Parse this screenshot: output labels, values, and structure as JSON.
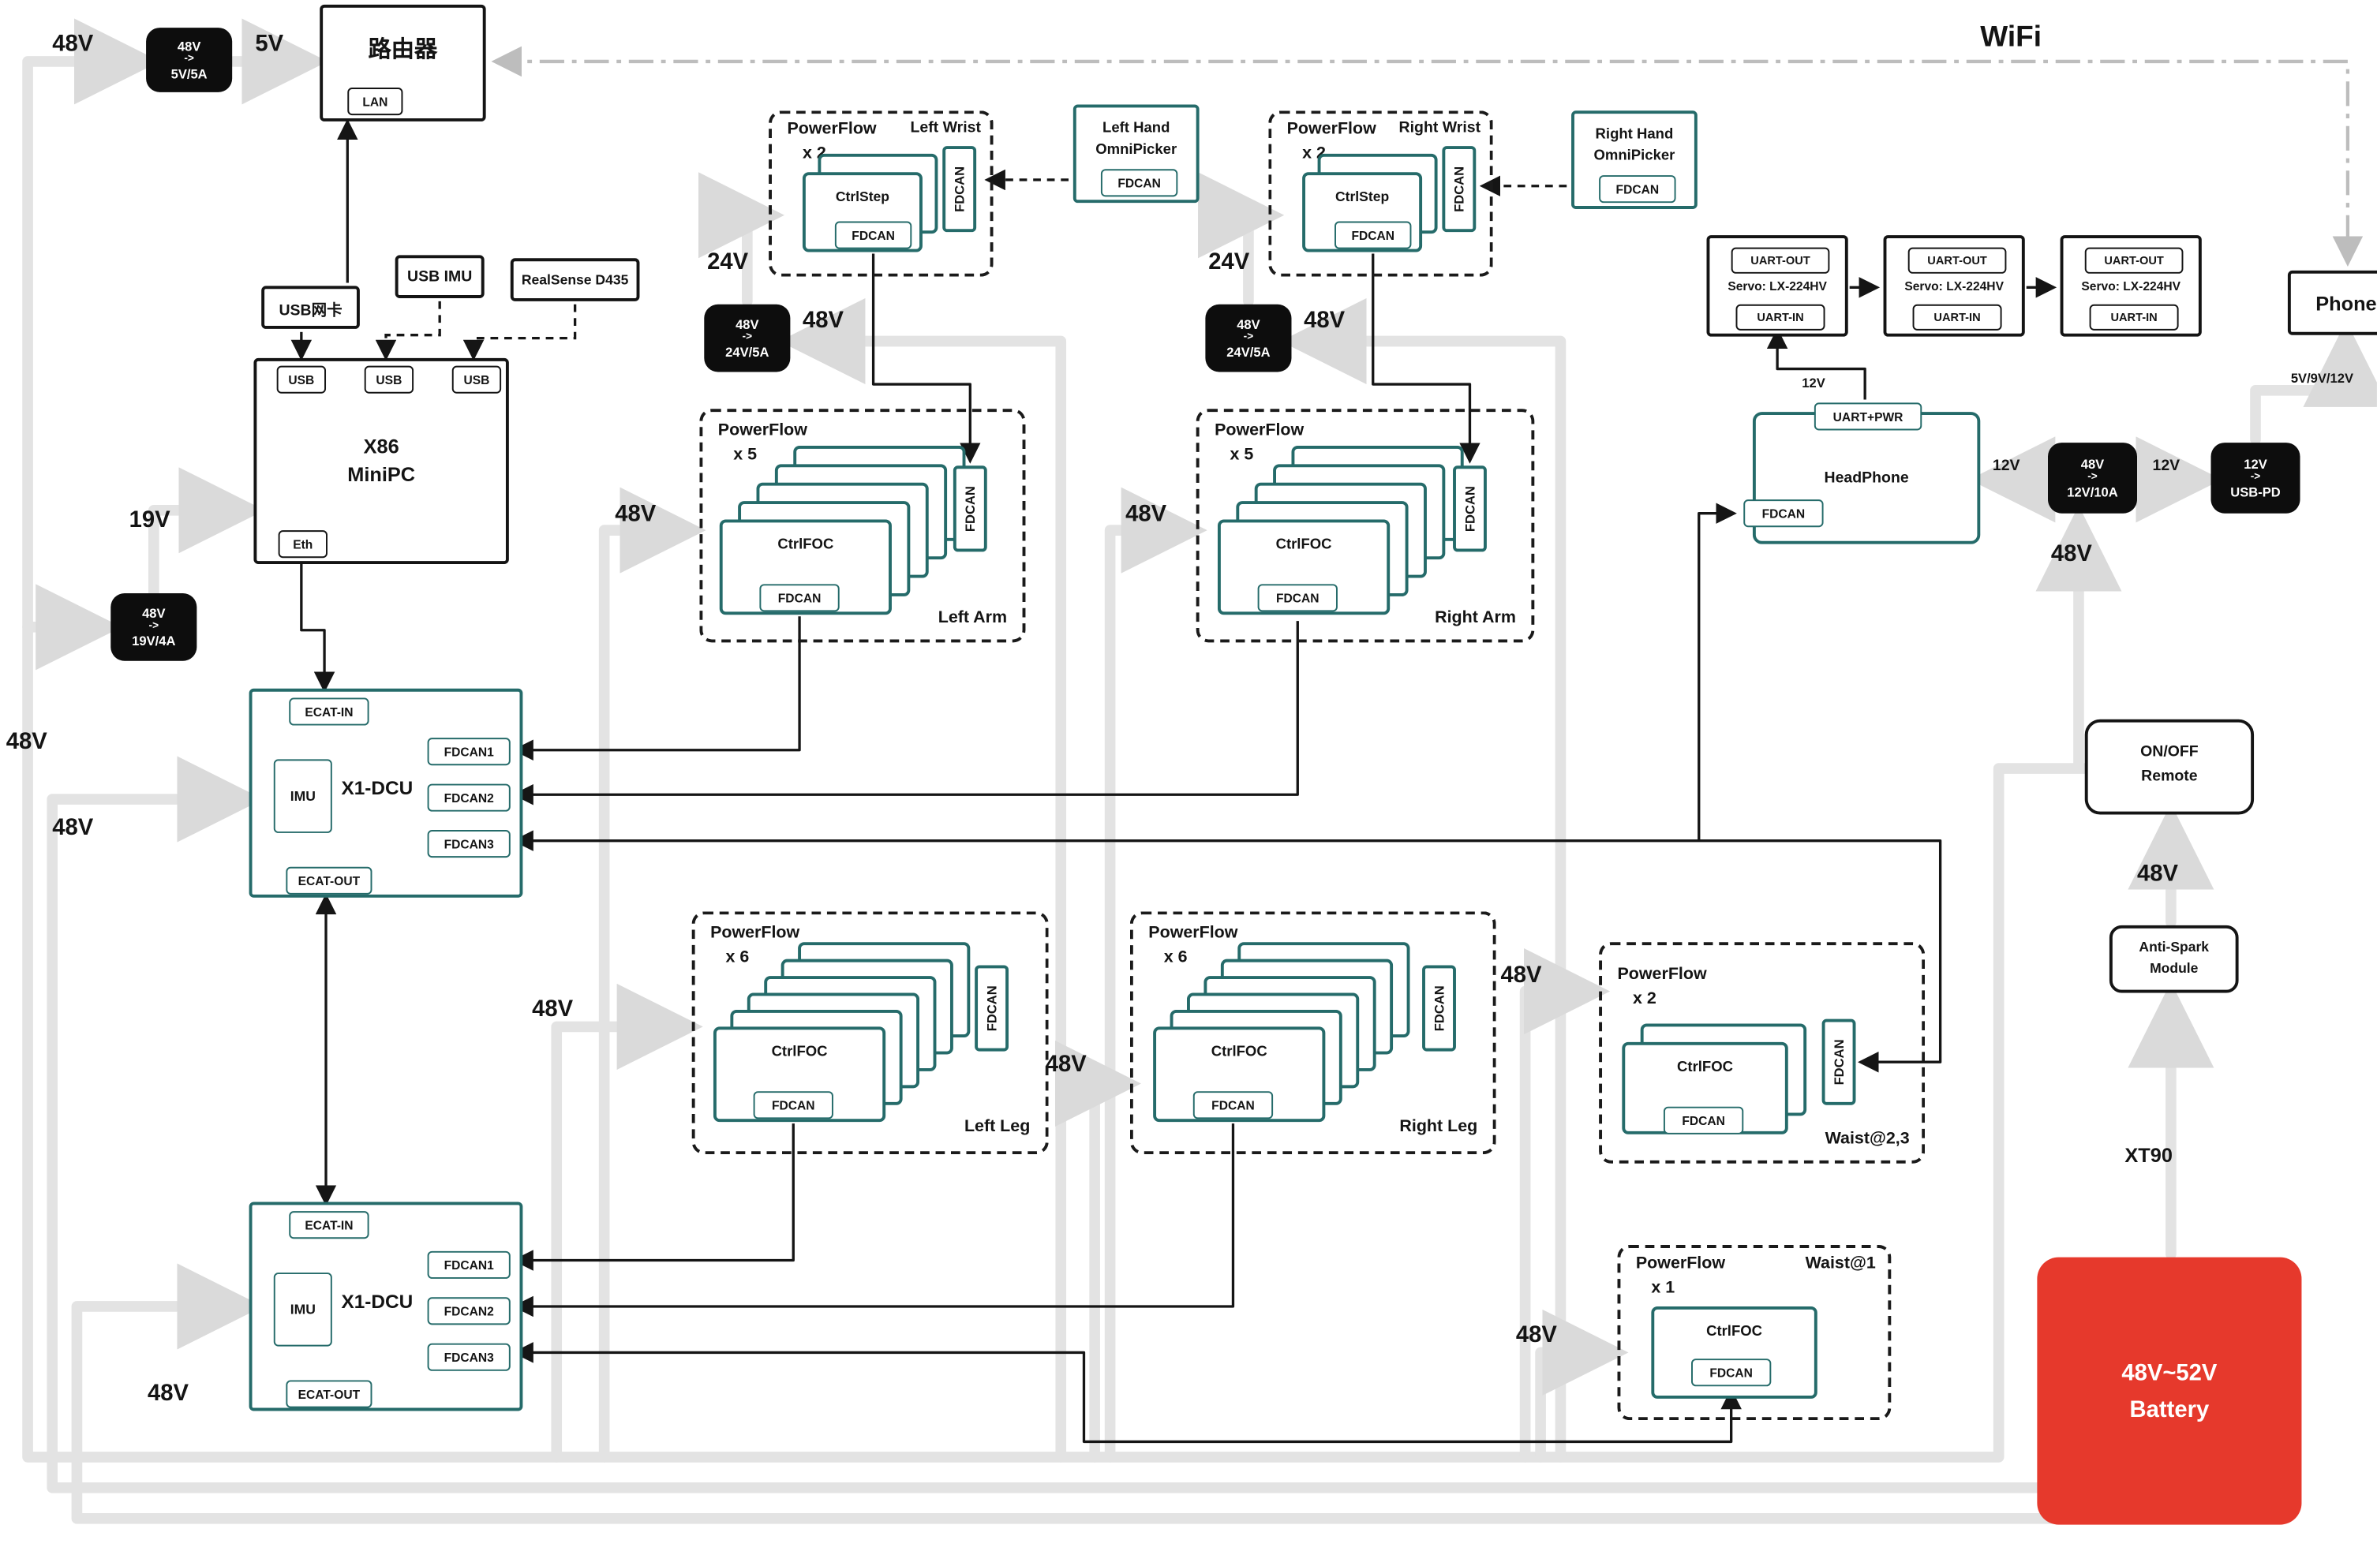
{
  "wifi_label": "WiFi",
  "router": {
    "title": "路由器",
    "port": "LAN"
  },
  "pc": {
    "title1": "X86",
    "title2": "MiniPC",
    "usb1": "USB",
    "usb2": "USB",
    "usb3": "USB",
    "eth": "Eth",
    "nic": "USB网卡",
    "imu": "USB IMU",
    "camera": "RealSense D435"
  },
  "converters": {
    "c5": {
      "input": "48V",
      "arrow": "->",
      "output": "5V/5A"
    },
    "c19": {
      "input": "48V",
      "arrow": "->",
      "output": "19V/4A"
    },
    "c24l": {
      "input": "48V",
      "arrow": "->",
      "output": "24V/5A"
    },
    "c24r": {
      "input": "48V",
      "arrow": "->",
      "output": "24V/5A"
    },
    "c12": {
      "input": "48V",
      "arrow": "->",
      "output": "12V/10A"
    },
    "cpd": {
      "input": "12V",
      "arrow": "->",
      "output": "USB-PD"
    }
  },
  "labels": {
    "bus_in_top": "48V",
    "out5": "5V",
    "out19": "19V",
    "wrist_l_24": "24V",
    "wrist_l_48": "48V",
    "wrist_r_24": "24V",
    "wrist_r_48": "48V",
    "arm_l_48": "48V",
    "arm_r_48": "48V",
    "left_edge_48": "48V",
    "dcu1_48": "48V",
    "dcu2_48": "48V",
    "leg_l_48": "48V",
    "leg_r_48": "48V",
    "waist23_48": "48V",
    "waist1_48": "48V",
    "conv12_48": "48V",
    "hp12_left": "12V",
    "hp12_right": "12V",
    "servo_12": "12V",
    "phone_pwr": "5V/9V/12V",
    "remote_48": "48V",
    "xt90": "XT90"
  },
  "dcu1": {
    "title": "X1-DCU",
    "ecat_in": "ECAT-IN",
    "ecat_out": "ECAT-OUT",
    "imu": "IMU",
    "can1": "FDCAN1",
    "can2": "FDCAN2",
    "can3": "FDCAN3"
  },
  "dcu2": {
    "title": "X1-DCU",
    "ecat_in": "ECAT-IN",
    "ecat_out": "ECAT-OUT",
    "imu": "IMU",
    "can1": "FDCAN1",
    "can2": "FDCAN2",
    "can3": "FDCAN3"
  },
  "clusters": {
    "wrist_l": {
      "title": "PowerFlow",
      "count": "x 2",
      "name": "Left Wrist",
      "ctrl": "CtrlStep",
      "can": "FDCAN",
      "can_side": "FDCAN"
    },
    "wrist_r": {
      "title": "PowerFlow",
      "count": "x 2",
      "name": "Right Wrist",
      "ctrl": "CtrlStep",
      "can": "FDCAN",
      "can_side": "FDCAN"
    },
    "arm_l": {
      "title": "PowerFlow",
      "count": "x 5",
      "name": "Left Arm",
      "ctrl": "CtrlFOC",
      "can": "FDCAN",
      "can_side": "FDCAN"
    },
    "arm_r": {
      "title": "PowerFlow",
      "count": "x 5",
      "name": "Right Arm",
      "ctrl": "CtrlFOC",
      "can": "FDCAN",
      "can_side": "FDCAN"
    },
    "leg_l": {
      "title": "PowerFlow",
      "count": "x 6",
      "name": "Left Leg",
      "ctrl": "CtrlFOC",
      "can": "FDCAN",
      "can_side": "FDCAN"
    },
    "leg_r": {
      "title": "PowerFlow",
      "count": "x 6",
      "name": "Right Leg",
      "ctrl": "CtrlFOC",
      "can": "FDCAN",
      "can_side": "FDCAN"
    },
    "waist23": {
      "title": "PowerFlow",
      "count": "x 2",
      "name": "Waist@2,3",
      "ctrl": "CtrlFOC",
      "can": "FDCAN",
      "can_side": "FDCAN"
    },
    "waist1": {
      "title": "PowerFlow",
      "count": "x 1",
      "name": "Waist@1",
      "ctrl": "CtrlFOC",
      "can": "FDCAN"
    }
  },
  "hands": {
    "left": {
      "line1": "Left Hand",
      "line2": "OmniPicker",
      "can": "FDCAN"
    },
    "right": {
      "line1": "Right Hand",
      "line2": "OmniPicker",
      "can": "FDCAN"
    }
  },
  "servos": [
    {
      "out": "UART-OUT",
      "name": "Servo: LX-224HV",
      "in": "UART-IN"
    },
    {
      "out": "UART-OUT",
      "name": "Servo: LX-224HV",
      "in": "UART-IN"
    },
    {
      "out": "UART-OUT",
      "name": "Servo: LX-224HV",
      "in": "UART-IN"
    }
  ],
  "headphone": {
    "uart": "UART+PWR",
    "name": "HeadPhone",
    "can": "FDCAN"
  },
  "phone_label": "Phone",
  "power": {
    "remote_line1": "ON/OFF",
    "remote_line2": "Remote",
    "antispark_line1": "Anti-Spark",
    "antispark_line2": "Module",
    "battery_line1": "48V~52V",
    "battery_line2": "Battery"
  },
  "colors": {
    "teal": "#256b6a",
    "battery_red": "#e6392c",
    "bus_gray": "#e3e3e3"
  }
}
